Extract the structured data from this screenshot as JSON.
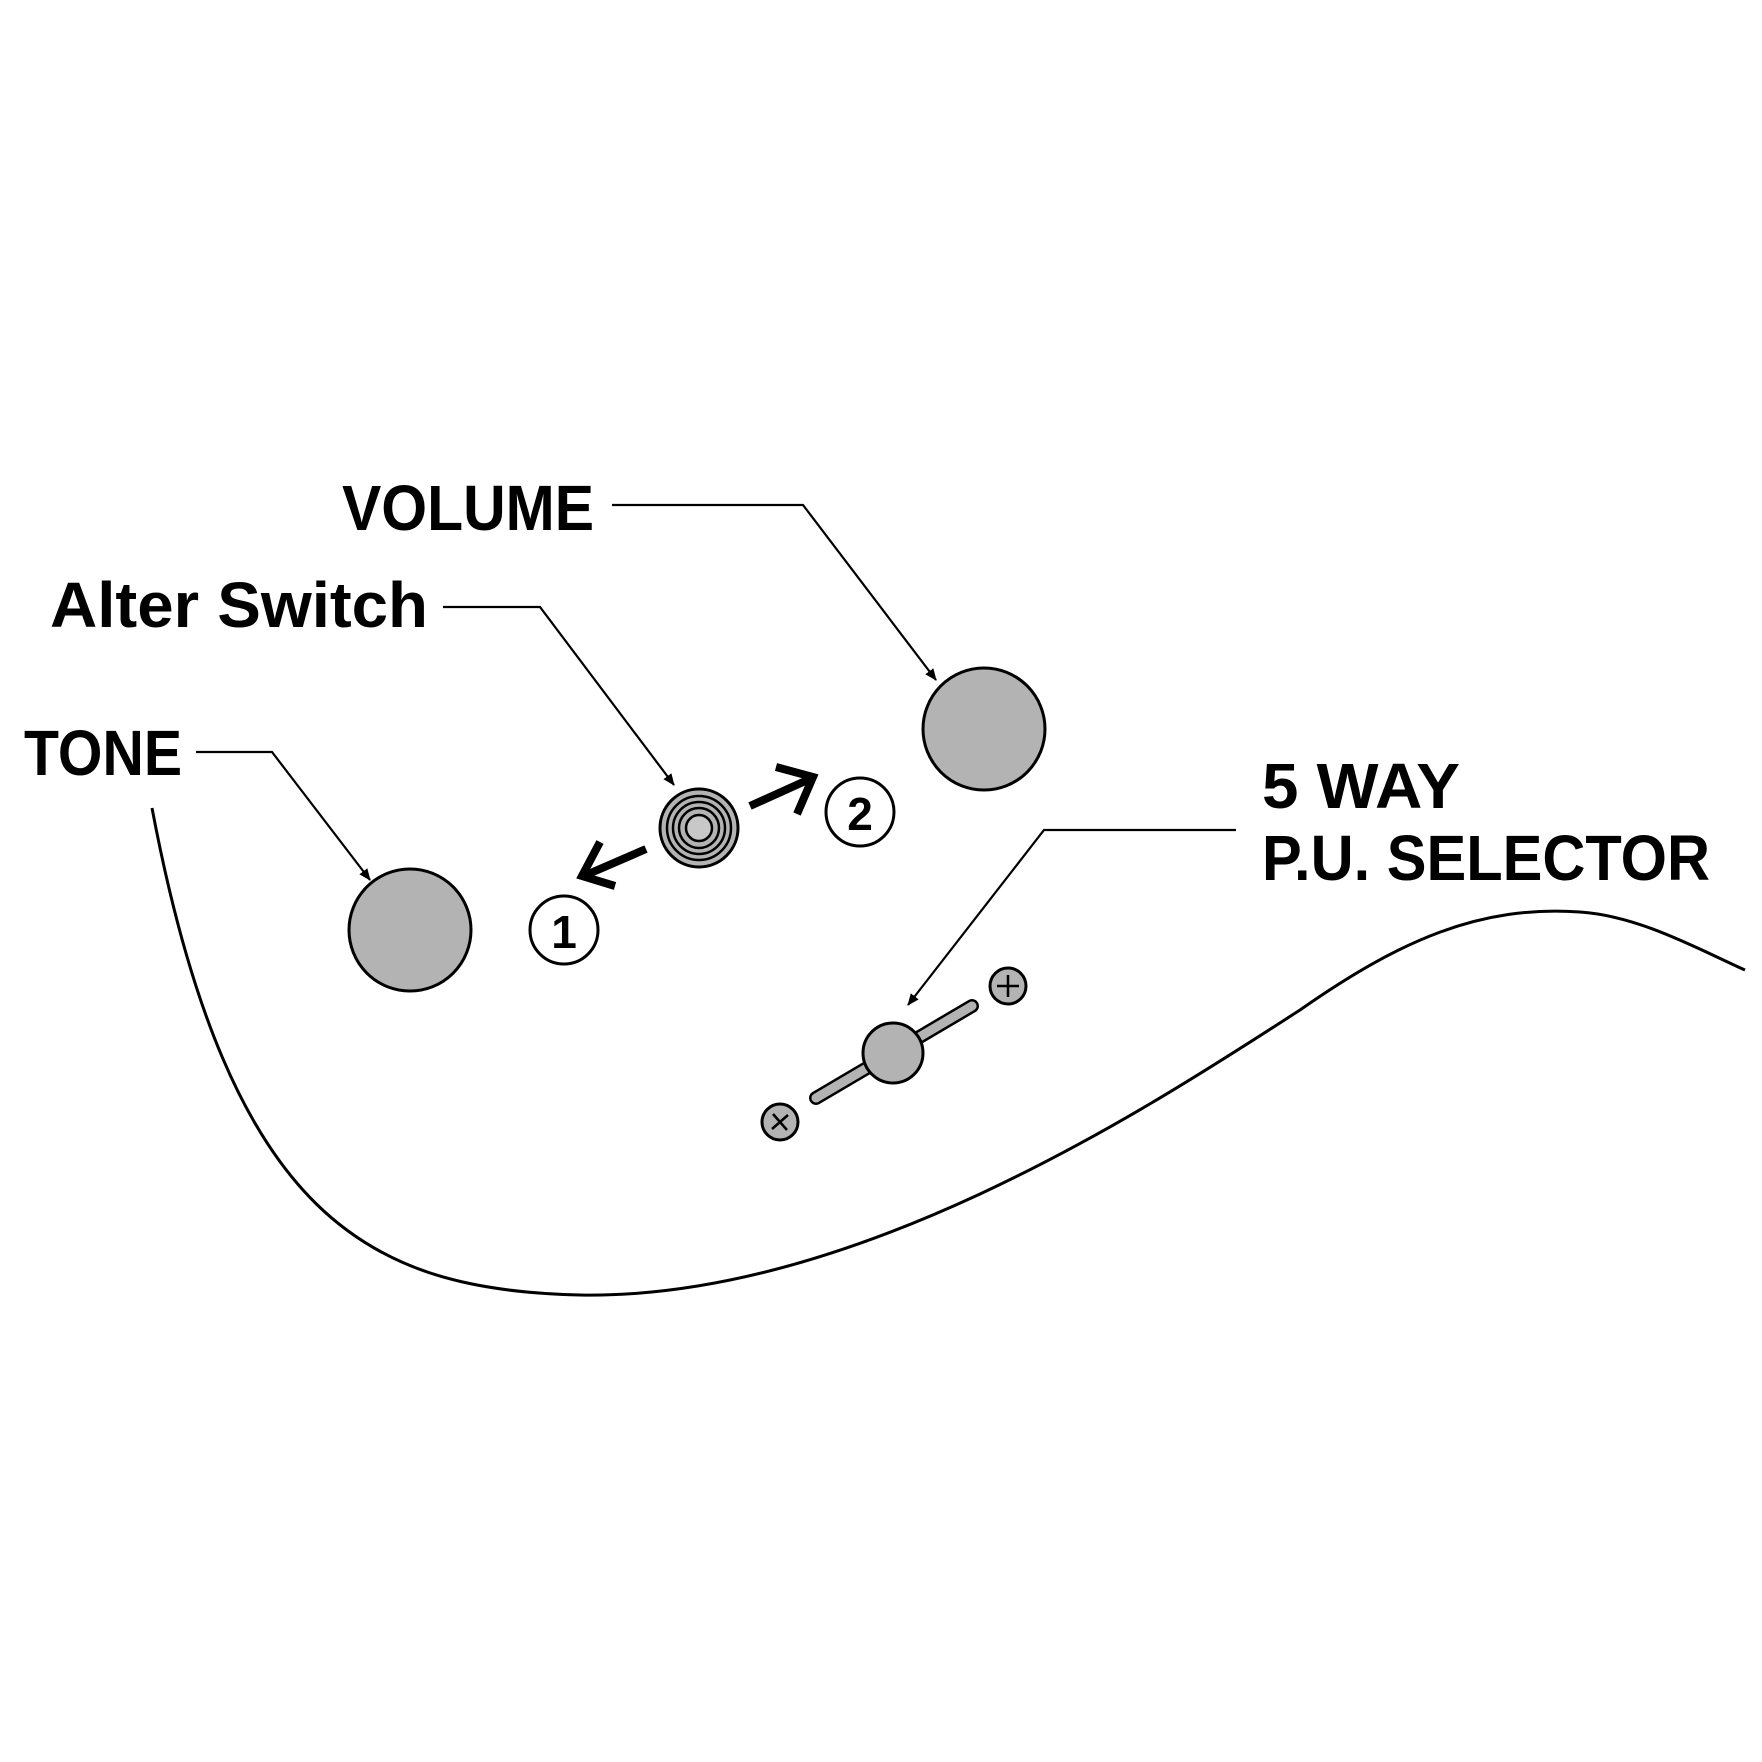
{
  "labels": {
    "volume": "VOLUME",
    "alter_switch": "Alter Switch",
    "tone": "TONE",
    "selector_line1": "5 WAY",
    "selector_line2": "P.U. SELECTOR"
  },
  "positions": {
    "position_1": "1",
    "position_2": "2"
  },
  "colors": {
    "knob_fill": "#b3b3b3",
    "outline": "#000000",
    "background": "#ffffff"
  }
}
